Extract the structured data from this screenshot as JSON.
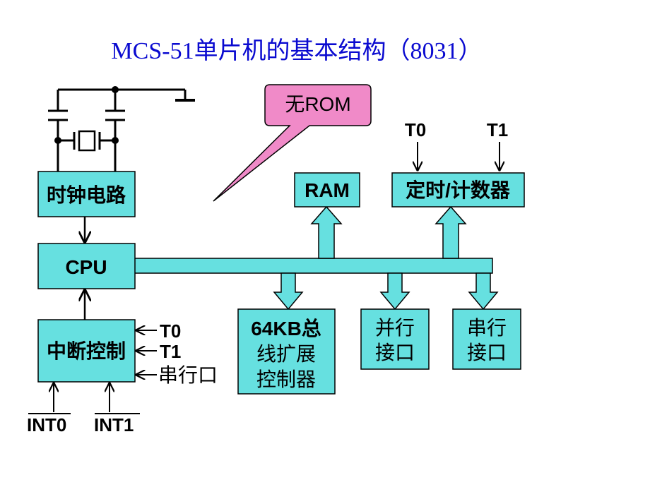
{
  "title": "MCS-51单片机的基本结构（8031）",
  "callout": {
    "label": "无ROM"
  },
  "blocks": {
    "clock": "时钟电路",
    "cpu": "CPU",
    "interrupt": "中断控制",
    "ram": "RAM",
    "timer": "定时/计数器",
    "bus_ext": [
      "64KB总",
      "线扩展",
      "控制器"
    ],
    "parallel": [
      "并行",
      "接口"
    ],
    "serial": [
      "串行",
      "接口"
    ]
  },
  "signals": {
    "timer_t0": "T0",
    "timer_t1": "T1",
    "int_t0": "T0",
    "int_t1": "T1",
    "int_serial": "串行口",
    "int0": "INT0",
    "int1": "INT1"
  },
  "colors": {
    "block_fill": "#66e0e0",
    "callout_fill": "#f08ac8",
    "title": "#0a0ad0"
  }
}
